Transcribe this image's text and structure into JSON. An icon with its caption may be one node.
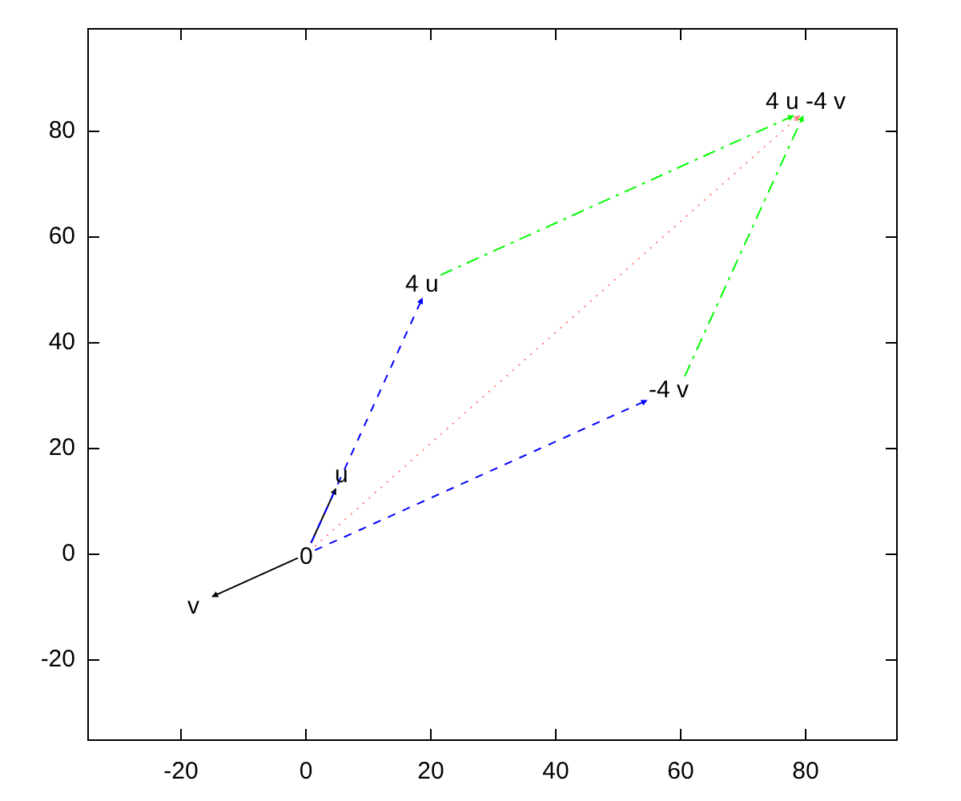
{
  "diagram": {
    "nodes": [
      {
        "text": [
          "4 u -4 v"
        ]
      },
      {
        "text": [
          "4 u"
        ]
      },
      {
        "text": [
          "-4 v"
        ]
      },
      {
        "text": [
          "u"
        ]
      },
      {
        "text": [
          "0"
        ]
      },
      {
        "text": [
          "v"
        ]
      }
    ],
    "edges": [
      {
        "from": 4,
        "to": 3,
        "arrow": "to"
      },
      {
        "from": 4,
        "to": 5,
        "arrow": "to"
      },
      {
        "from": 4,
        "to": 1,
        "arrow": "to",
        "style": "dashed",
        "color": "#0000ff"
      },
      {
        "from": 4,
        "to": 2,
        "arrow": "to",
        "style": "dashed",
        "color": "#0000ff"
      },
      {
        "from": 1,
        "to": 0,
        "arrow": "to",
        "style": "dashed",
        "color": "#00ff00"
      },
      {
        "from": 2,
        "to": 0,
        "arrow": "to",
        "style": "dashed",
        "color": "#00ff00"
      },
      {
        "from": 4,
        "to": 0,
        "arrow": "to",
        "style": "dashed",
        "color": "#ff8080"
      }
    ],
    "labels": [
      "80",
      "60",
      "40",
      "20",
      "0",
      "-20",
      "-20",
      "0",
      "20",
      "40",
      "60",
      "80"
    ]
  }
}
